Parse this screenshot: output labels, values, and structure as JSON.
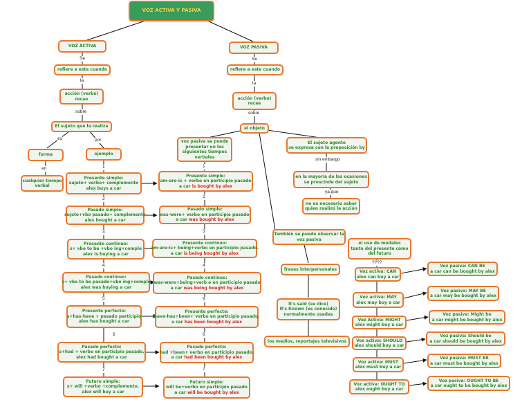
{
  "root": "VOZ ACTIVA Y PASIVA",
  "active": {
    "title": "VOZ ACTIVA",
    "c1": "Se",
    "refiere": "refiere a este cuando",
    "c2": "la",
    "accion": [
      "acción (verbo)",
      "recae"
    ],
    "c3": "sobre",
    "sujeto": "El sujeto que la realiza",
    "c_es": "es",
    "c_por": "por",
    "forma": "forma",
    "c_en": "en",
    "cualquier": [
      "cualquier tiempo",
      "verbal"
    ],
    "ejemplo": "ejemplo"
  },
  "passive": {
    "title": "VOZ PASIVA",
    "c1": "Se",
    "refiere": "refiere a este cuando",
    "c2": "la",
    "accion": [
      "acción (verbo)",
      "recae"
    ],
    "c3": "sobre",
    "objeto": "el objeto",
    "tiempos": [
      "voz pasiva se puede",
      "presentar en los",
      "siguientes tiempos",
      "verbales"
    ],
    "agente": [
      "El sujeto agente",
      "se expresa con la preposición by"
    ],
    "c_sin": "sin embargo",
    "mayoria": [
      "en la mayoría de las ocasiones",
      "se prescinde del sujeto"
    ],
    "c_yaque": "ya que",
    "nosabe": [
      "no es necesario saber",
      "quien realizó la acción"
    ],
    "tambien": [
      "También se puede observar la",
      "voz pasiva"
    ],
    "frases": "frases interpersonales",
    "said": [
      "It's said (se dice)",
      "It's Known (es conocido)",
      "normalmente usadas"
    ],
    "medios": "los medios, reportajes televisivos",
    "modales": [
      "el uso de modales",
      "tanto del presente como",
      "del futuro"
    ],
    "c_q": "????"
  },
  "tenses_active": [
    [
      "Presente simple:",
      "sujeto+ verbo+ complemento",
      "alex buys a car"
    ],
    [
      "Pasado simple:",
      "sujeto+vbo pasado+ complemento",
      "alex bought a car"
    ],
    [
      "Presente continuo:",
      "s+ vbo to be +vbo ing+comple",
      "alex is buying a car"
    ],
    [
      "Pasado continuo:",
      "s+ vbo to be pasado+vbo ing+comple",
      "alex was buying a car"
    ],
    [
      "Presente perfecto:",
      "s+has-have + pasado participio",
      "alex has bought a car"
    ],
    [
      "Pasado perfecto:",
      "s+had + verbo en participio pasado.",
      "alex had bought a car"
    ],
    [
      "Futuro simple:",
      "s+ will +verbo +complemento.",
      "alex will buy a car"
    ]
  ],
  "tenses_passive": [
    {
      "t": "Presente simple:",
      "f": "am-are-is + verbo en participio pasado",
      "e1": "a car ",
      "e2": "is bought by alex"
    },
    {
      "t": "Pasado simple:",
      "f": "was-were+ verbo en participio pasado.",
      "e1": "a car ",
      "e2": "was bought by alex"
    },
    {
      "t": "Presente continuo:",
      "f": "am-are-is+ being+verbo en participio pasado.",
      "e1": "a car ",
      "e2": "is being bought by alex"
    },
    {
      "t": "Pasado continuo:",
      "f": "was-were+being+verb o en participio pasado",
      "e1": "a car ",
      "e2": "was being bought by alex"
    },
    {
      "t": "Presente perfecto:",
      "f": "have-has+been+ verbo en participio pasado.",
      "e1": "a car ",
      "e2": "has been bought by alex"
    },
    {
      "t": "Pasado perfecto:",
      "f": "had +been+ verbo en participio pasado.",
      "e1": "a car ",
      "e2": "had been bought by alex"
    },
    {
      "t": "Futuro simple:",
      "f": "will be+verbo en participio pasado",
      "e1": "a car ",
      "e2": "will be bought by alex"
    }
  ],
  "step_numbers": [
    "1",
    "2",
    "3",
    "4",
    "5",
    "6",
    "7"
  ],
  "modal_active": [
    [
      "Voz activa: CAN",
      "alex can buy a car"
    ],
    [
      "Voz activa: MAY",
      "alex may buy a car"
    ],
    [
      "Voz Activa: MIGHT",
      "alex might buy a car"
    ],
    [
      "Voz activa: SHOULD",
      "alex should buy a car"
    ],
    [
      "Voz activa: MUST",
      "alex must buy a car"
    ],
    [
      "Voz activa: OUGHT TO",
      "alex ought buy a car"
    ]
  ],
  "modal_passive": [
    [
      "Voz pasiva: CAN BE",
      "a car can be bought by alex"
    ],
    [
      "Voz pasiva: MAY BE",
      "a car may be bought by alex"
    ],
    [
      "Voz pasiva: Might be",
      "a car might be bought by alex"
    ],
    [
      "Voz pasiva: Should be",
      "a car should be bought by alex"
    ],
    [
      "Voz pasiva: MUST BE",
      "a car must be bought by alex"
    ],
    [
      "Voz pasiva: OUGHT TO BE",
      "a car ought to be bought by alex"
    ]
  ],
  "colors": {
    "node_border": "#e8772e",
    "node_fill": "#f1f4ef",
    "node_text": "#2a8a2a",
    "root_fill": "#3a9c5a",
    "root_text": "#f5d24a",
    "highlight": "#d42a1e"
  }
}
